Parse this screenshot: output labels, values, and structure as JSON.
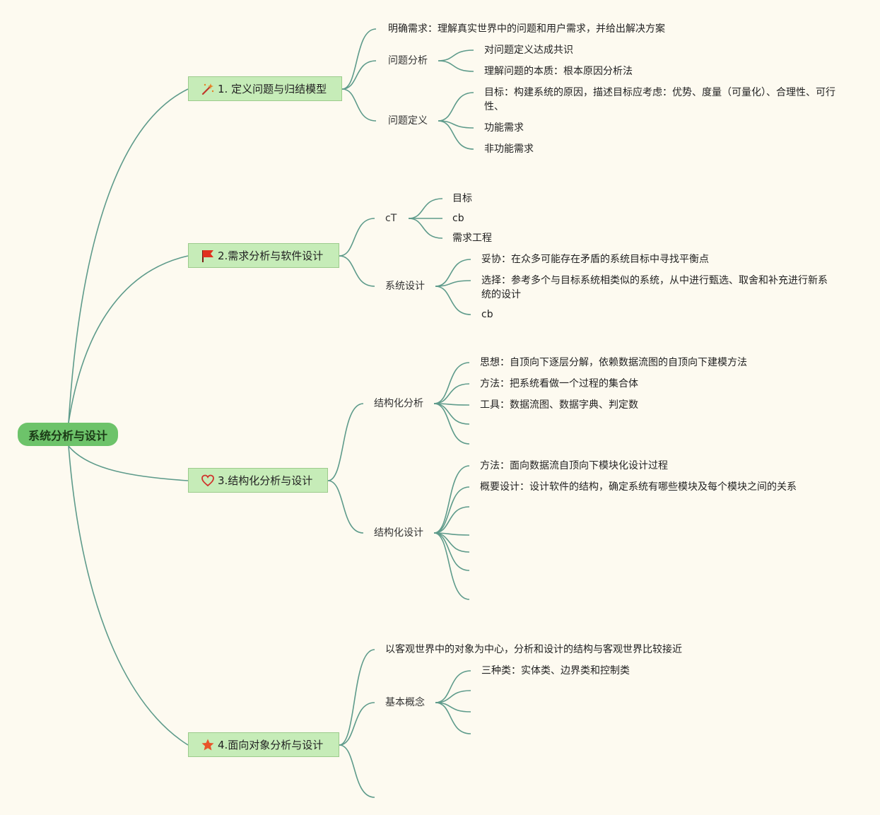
{
  "root": {
    "label": "系统分析与设计"
  },
  "branches": [
    {
      "label": "1. 定义问题与归结模型",
      "icon": "magic-wand-icon",
      "children": [
        {
          "label": "明确需求：理解真实世界中的问题和用户需求，并给出解决方案"
        },
        {
          "label": "问题分析",
          "children": [
            "对问题定义达成共识",
            "理解问题的本质：根本原因分析法"
          ]
        },
        {
          "label": "问题定义",
          "children": [
            "目标：构建系统的原因，描述目标应考虑：优势、度量（可量化）、合理性、可行性、",
            "功能需求",
            "非功能需求"
          ]
        }
      ]
    },
    {
      "label": "2.需求分析与软件设计",
      "icon": "red-flag-icon",
      "children": [
        {
          "label": "cT",
          "children": [
            "目标",
            "cb",
            "需求工程"
          ]
        },
        {
          "label": "系统设计",
          "children": [
            "妥协：在众多可能存在矛盾的系统目标中寻找平衡点",
            "选择：参考多个与目标系统相类似的系统，从中进行甄选、取舍和补充进行新系统的设计",
            "cb"
          ]
        }
      ]
    },
    {
      "label": "3.结构化分析与设计",
      "icon": "heart-icon",
      "children": [
        {
          "label": "结构化分析",
          "children": [
            "思想：自顶向下逐层分解，依赖数据流图的自顶向下建模方法",
            "方法：把系统看做一个过程的集合体",
            "工具：数据流图、数据字典、判定数",
            "",
            ""
          ]
        },
        {
          "label": "结构化设计",
          "children": [
            "方法：面向数据流自顶向下模块化设计过程",
            "概要设计：设计软件的结构，确定系统有哪些模块及每个模块之间的关系",
            "",
            "",
            "",
            "",
            ""
          ]
        }
      ]
    },
    {
      "label": "4.面向对象分析与设计",
      "icon": "star-icon",
      "children": [
        {
          "label": "以客观世界中的对象为中心，分析和设计的结构与客观世界比较接近"
        },
        {
          "label": "基本概念",
          "children": [
            "三种类：实体类、边界类和控制类",
            "",
            "",
            ""
          ]
        },
        {
          "label": ""
        }
      ]
    }
  ],
  "colors": {
    "edge": "#5e9b8b",
    "root_fill": "#6dc36a",
    "branch_fill": "#c6ecb8",
    "background": "#fdfaf0"
  }
}
